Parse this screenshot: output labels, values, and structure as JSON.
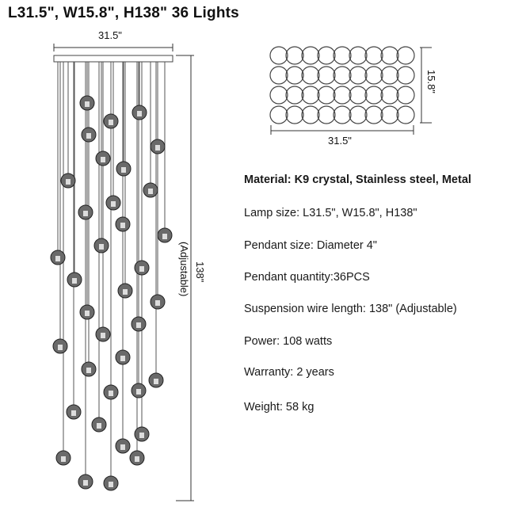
{
  "title": "L31.5\", W15.8\", H138\"  36 Lights",
  "front_view": {
    "width_label": "31.5\"",
    "height_label": "138\"",
    "adjustable_label": "(Adjustable)",
    "pendant_count": 36
  },
  "top_view": {
    "length_label": "31.5\"",
    "width_label": "15.8\"",
    "columns": 9,
    "rows": 4
  },
  "specs": [
    "Material: K9 crystal, Stainless steel, Metal",
    "Lamp size: L31.5\", W15.8\", H138\"",
    "Pendant size: Diameter 4\"",
    "Pendant quantity:36PCS",
    "Suspension wire length: 138\" (Adjustable)",
    "Power: 108 watts",
    "Warranty: 2 years",
    "Weight: 58 kg"
  ]
}
